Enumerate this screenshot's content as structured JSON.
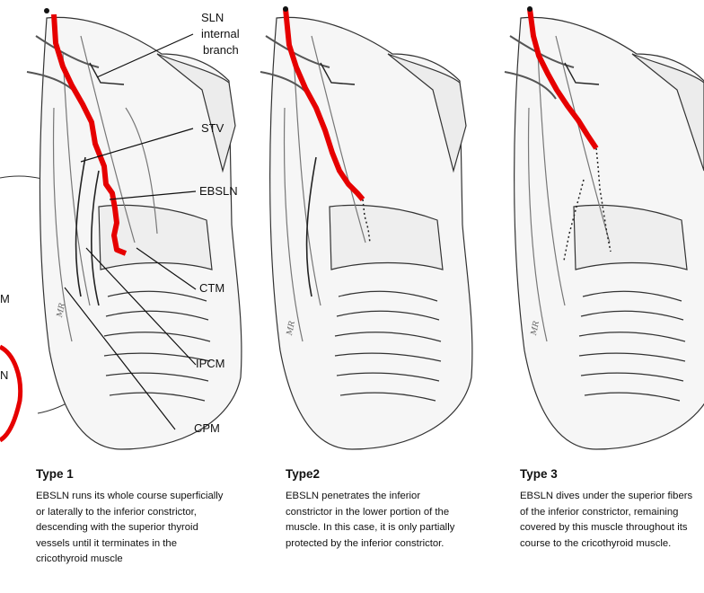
{
  "labels": {
    "sln": "SLN",
    "internal": "internal",
    "branch": "branch",
    "stv": "STV",
    "ebsln": "EBSLN",
    "ctm": "CTM",
    "ipcm": "IPCM",
    "cpm": "CPM"
  },
  "left_edge": {
    "m": "M",
    "n": "N"
  },
  "types": [
    {
      "title": "Type 1",
      "lines": [
        "EBSLN runs its whole course superficially",
        "or laterally to the inferior constrictor,",
        "descending with the superior thyroid",
        "vessels until it terminates in the",
        "cricothyroid muscle"
      ]
    },
    {
      "title": "Type2",
      "lines": [
        "EBSLN penetrates the inferior",
        "constrictor in the lower portion of the",
        "muscle. In this case, it is only partially",
        "protected by the inferior constrictor."
      ]
    },
    {
      "title": "Type 3",
      "lines": [
        "EBSLN dives under the superior fibers",
        "of the inferior constrictor, remaining",
        "covered by this muscle throughout its",
        "course to the cricothyroid muscle."
      ]
    }
  ],
  "signature": "MR",
  "colors": {
    "nerve_highlight": "#e60000",
    "circle_mark": "#e60000",
    "line_art": "#333333"
  }
}
